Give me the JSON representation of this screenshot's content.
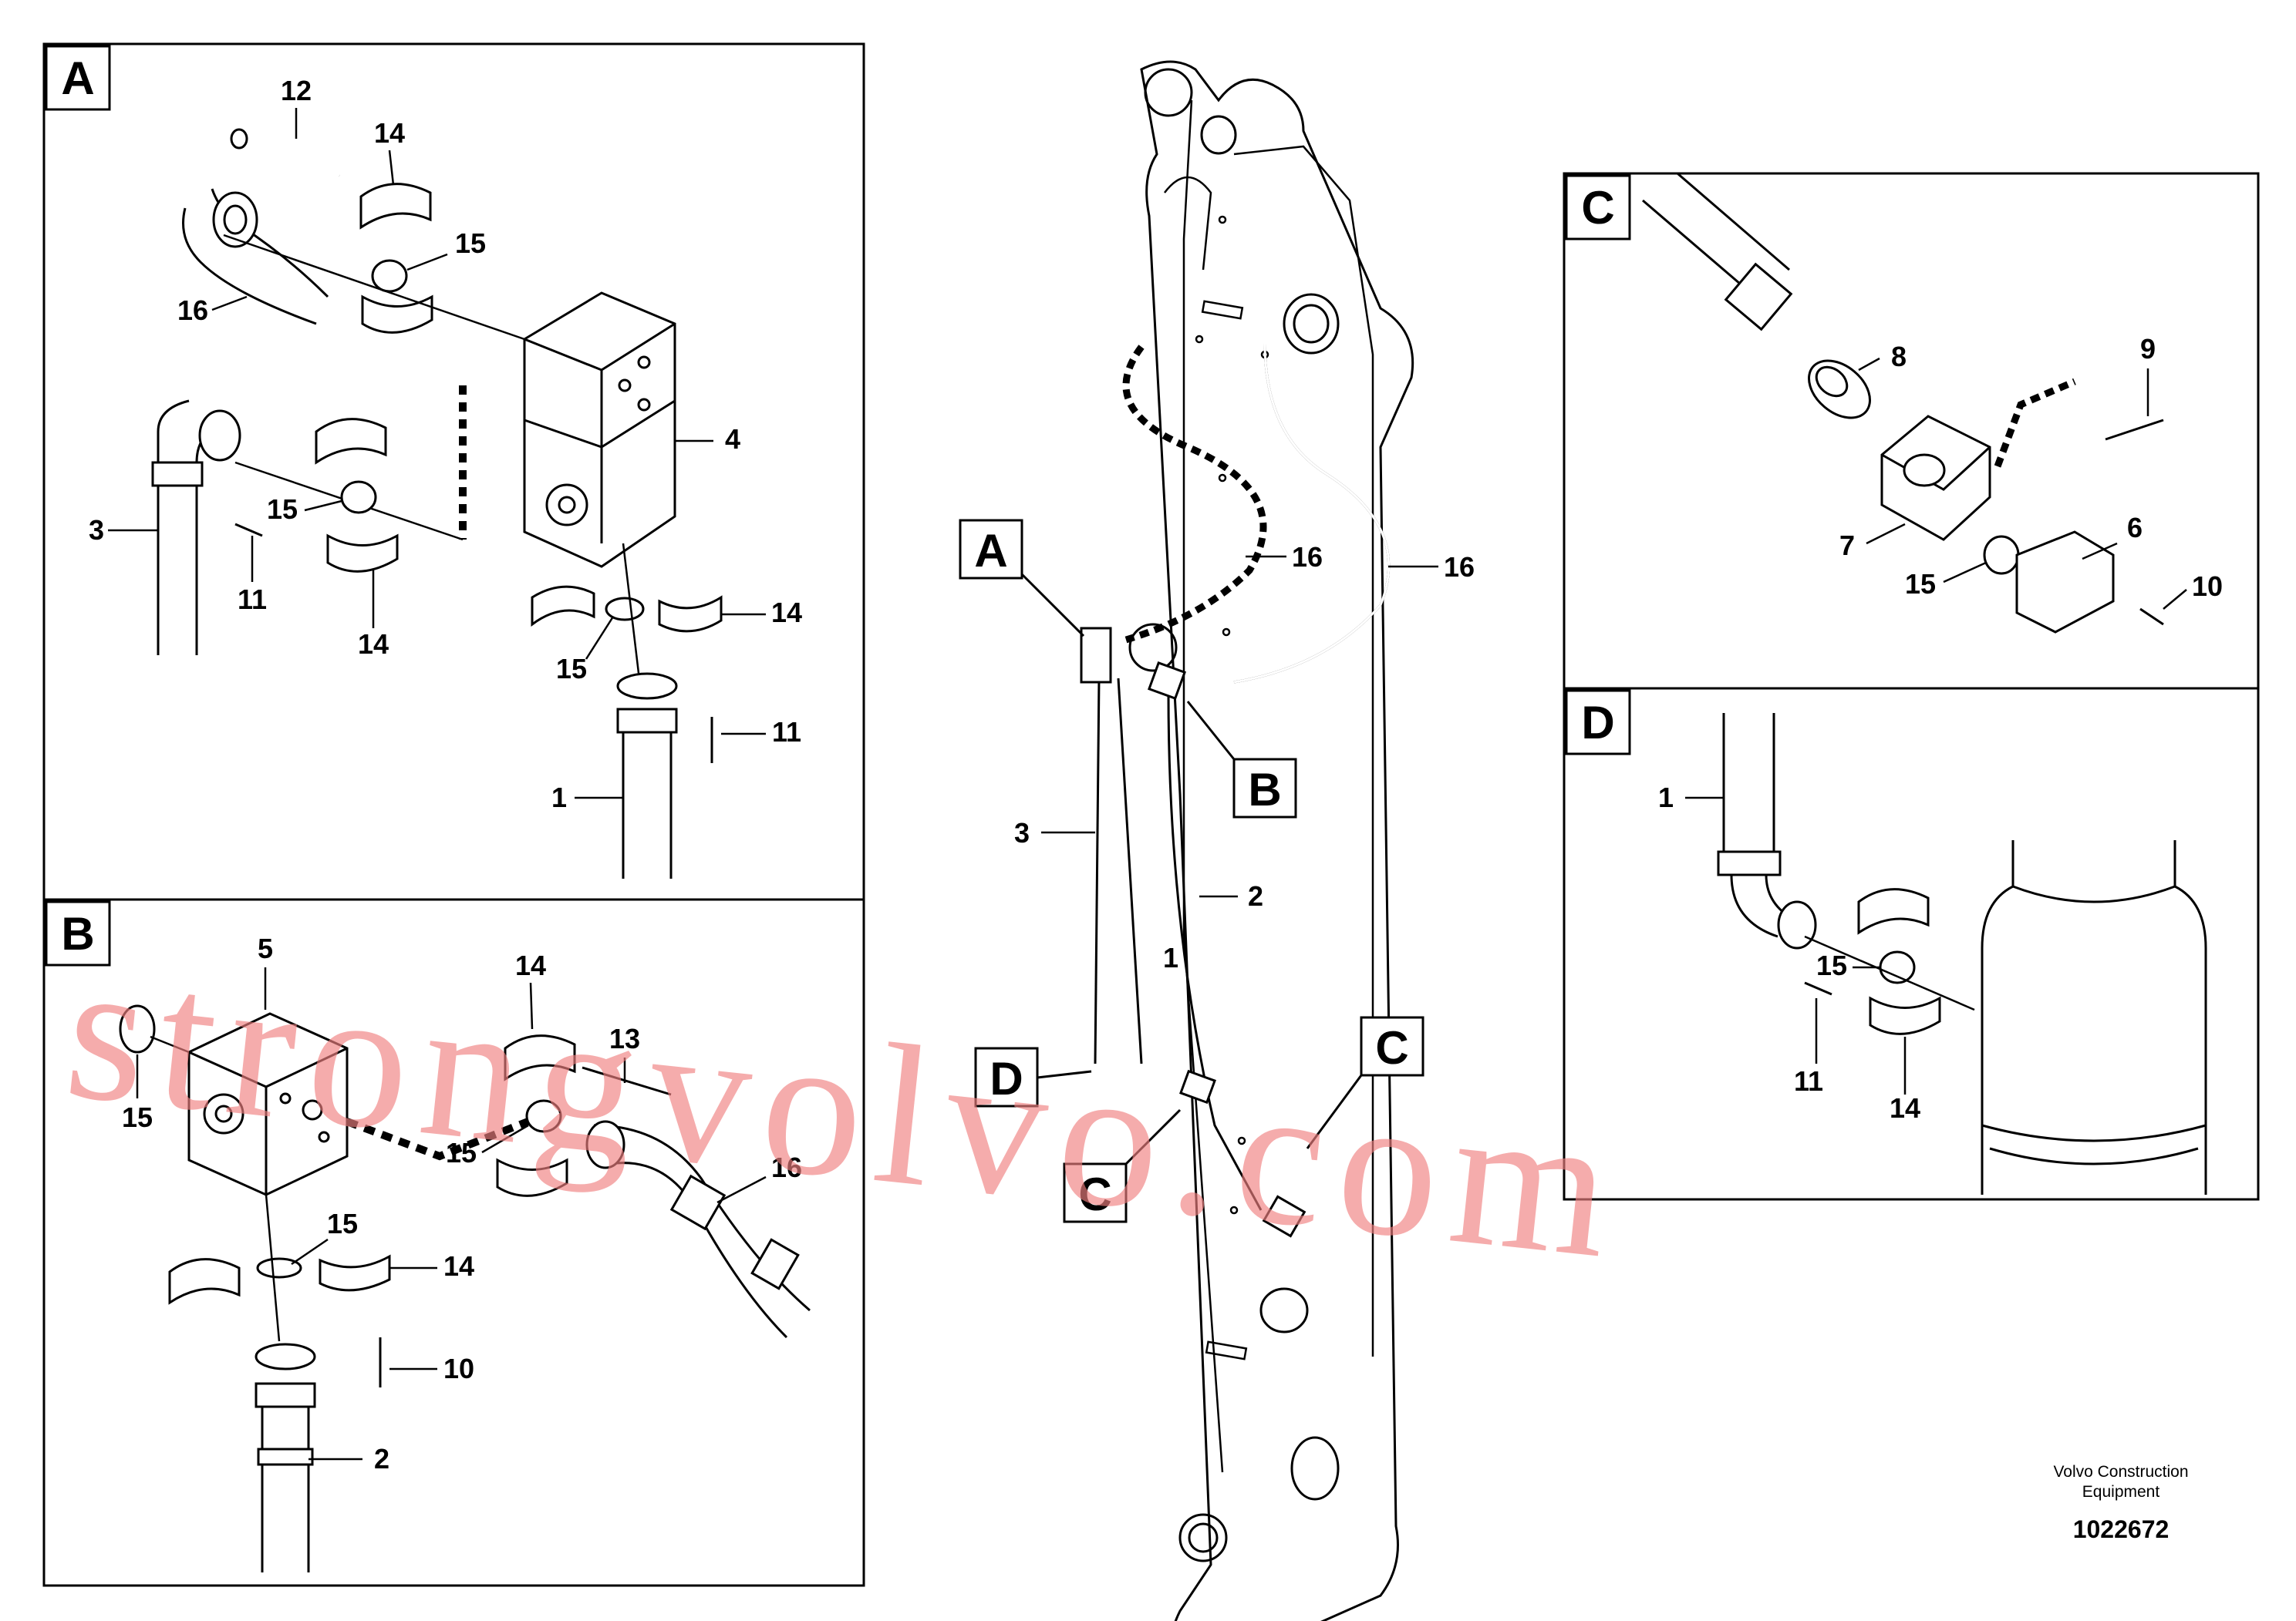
{
  "panels": {
    "A": {
      "tag": "A",
      "labels": [
        "12",
        "14",
        "15",
        "16",
        "4",
        "3",
        "15",
        "11",
        "14",
        "14",
        "15",
        "11",
        "1"
      ]
    },
    "B": {
      "tag": "B",
      "labels": [
        "5",
        "14",
        "13",
        "15",
        "15",
        "16",
        "15",
        "14",
        "10",
        "2"
      ]
    },
    "C": {
      "tag": "C",
      "labels": [
        "8",
        "9",
        "7",
        "6",
        "15",
        "10"
      ]
    },
    "D": {
      "tag": "D",
      "labels": [
        "1",
        "15",
        "11",
        "14"
      ]
    }
  },
  "main": {
    "labels": [
      "16",
      "16",
      "3",
      "2",
      "1"
    ],
    "tags": [
      "A",
      "B",
      "C",
      "D",
      "C"
    ]
  },
  "footer": {
    "company_line1": "Volvo Construction",
    "company_line2": "Equipment",
    "drawing_id": "1022672"
  },
  "watermark": "strongvolvo.com",
  "colors": {
    "line": "#000000",
    "watermark": "#f08080",
    "background": "#ffffff"
  }
}
